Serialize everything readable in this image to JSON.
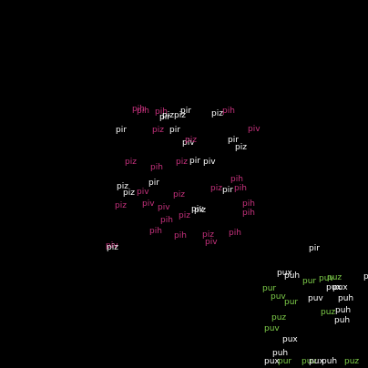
{
  "colors": {
    "background": "#000000",
    "white": "#ffffff",
    "magenta": "#c8327e",
    "pink": "#e05a9e",
    "green": "#7fcf4a",
    "light_green": "#a8e07a"
  },
  "words": [
    {
      "text": "pih",
      "color": "#c8327e"
    },
    {
      "text": "pih",
      "color": "#c8327e"
    },
    {
      "text": "pih",
      "color": "#c8327e"
    },
    {
      "text": "piz",
      "color": "#ffffff"
    },
    {
      "text": "pir",
      "color": "#ffffff"
    },
    {
      "text": "piz",
      "color": "#ffffff"
    },
    {
      "text": "pir",
      "color": "#ffffff"
    },
    {
      "text": "piz",
      "color": "#ffffff"
    },
    {
      "text": "pih",
      "color": "#c8327e"
    },
    {
      "text": "piv",
      "color": "#c8327e"
    },
    {
      "text": "pir",
      "color": "#ffffff"
    },
    {
      "text": "piz",
      "color": "#c8327e"
    },
    {
      "text": "pir",
      "color": "#ffffff"
    },
    {
      "text": "pir",
      "color": "#ffffff"
    },
    {
      "text": "piv",
      "color": "#ffffff"
    },
    {
      "text": "piz",
      "color": "#c8327e"
    },
    {
      "text": "piz",
      "color": "#ffffff"
    },
    {
      "text": "piz",
      "color": "#c8327e"
    },
    {
      "text": "pih",
      "color": "#c8327e"
    },
    {
      "text": "piz",
      "color": "#c8327e"
    },
    {
      "text": "pir",
      "color": "#ffffff"
    },
    {
      "text": "piv",
      "color": "#ffffff"
    },
    {
      "text": "pih",
      "color": "#c8327e"
    },
    {
      "text": "piz",
      "color": "#ffffff"
    },
    {
      "text": "pir",
      "color": "#ffffff"
    },
    {
      "text": "piz",
      "color": "#ffffff"
    },
    {
      "text": "piv",
      "color": "#c8327e"
    },
    {
      "text": "piz",
      "color": "#c8327e"
    },
    {
      "text": "pir",
      "color": "#ffffff"
    },
    {
      "text": "pih",
      "color": "#c8327e"
    },
    {
      "text": "piz",
      "color": "#c8327e"
    },
    {
      "text": "piv",
      "color": "#c8327e"
    },
    {
      "text": "piz",
      "color": "#c8327e"
    },
    {
      "text": "piv",
      "color": "#c8327e"
    },
    {
      "text": "pih",
      "color": "#c8327e"
    },
    {
      "text": "pih",
      "color": "#c8327e"
    },
    {
      "text": "piz",
      "color": "#ffffff"
    },
    {
      "text": "piv",
      "color": "#ffffff"
    },
    {
      "text": "piz",
      "color": "#c8327e"
    },
    {
      "text": "pih",
      "color": "#c8327e"
    },
    {
      "text": "pih",
      "color": "#c8327e"
    },
    {
      "text": "pih",
      "color": "#c8327e"
    },
    {
      "text": "piz",
      "color": "#c8327e"
    },
    {
      "text": "piv",
      "color": "#c8327e"
    },
    {
      "text": "pih",
      "color": "#c8327e"
    },
    {
      "text": "piv",
      "color": "#c8327e"
    },
    {
      "text": "piz",
      "color": "#ffffff"
    },
    {
      "text": "pir",
      "color": "#ffffff"
    },
    {
      "text": "pux",
      "color": "#ffffff"
    },
    {
      "text": "puh",
      "color": "#ffffff"
    },
    {
      "text": "pur",
      "color": "#7fcf4a"
    },
    {
      "text": "puv",
      "color": "#7fcf4a"
    },
    {
      "text": "puz",
      "color": "#7fcf4a"
    },
    {
      "text": "pux",
      "color": "#ffffff"
    },
    {
      "text": "pux",
      "color": "#ffffff"
    },
    {
      "text": "pur",
      "color": "#7fcf4a"
    },
    {
      "text": "puv",
      "color": "#7fcf4a"
    },
    {
      "text": "puh",
      "color": "#ffffff"
    },
    {
      "text": "puv",
      "color": "#ffffff"
    },
    {
      "text": "pur",
      "color": "#7fcf4a"
    },
    {
      "text": "puz",
      "color": "#7fcf4a"
    },
    {
      "text": "puh",
      "color": "#ffffff"
    },
    {
      "text": "puz",
      "color": "#7fcf4a"
    },
    {
      "text": "puh",
      "color": "#ffffff"
    },
    {
      "text": "puv",
      "color": "#7fcf4a"
    },
    {
      "text": "pux",
      "color": "#ffffff"
    },
    {
      "text": "puh",
      "color": "#ffffff"
    },
    {
      "text": "pur",
      "color": "#7fcf4a"
    },
    {
      "text": "pux",
      "color": "#ffffff"
    },
    {
      "text": "puv",
      "color": "#7fcf4a"
    },
    {
      "text": "pux",
      "color": "#ffffff"
    },
    {
      "text": "puh",
      "color": "#ffffff"
    },
    {
      "text": "puz",
      "color": "#7fcf4a"
    },
    {
      "text": "puh",
      "color": "#ffffff"
    }
  ]
}
